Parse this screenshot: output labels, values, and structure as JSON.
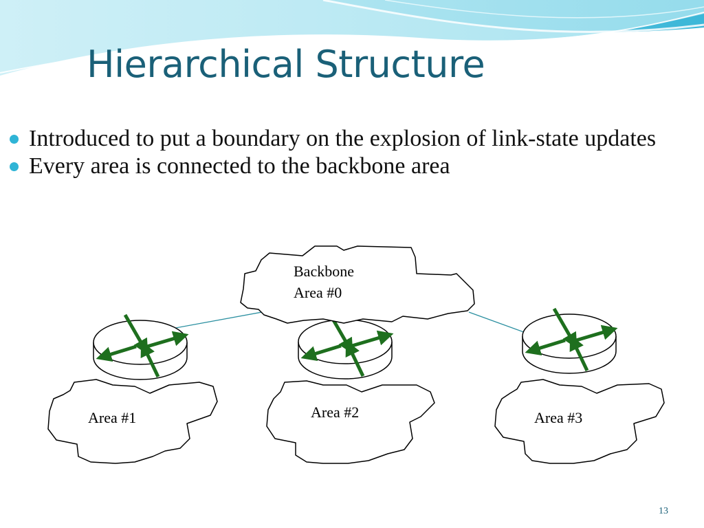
{
  "slide": {
    "title": "Hierarchical Structure",
    "bullets": [
      "Introduced to put a boundary on the explosion of link-state updates",
      "Every area is connected to the backbone area"
    ],
    "page_number": "13",
    "accent_color": "#2fb4d6",
    "title_color": "#1a6078"
  },
  "diagram": {
    "backbone": {
      "line1": "Backbone",
      "line2": "Area #0"
    },
    "areas": [
      "Area #1",
      "Area #2",
      "Area #3"
    ],
    "router_icon": "router-icon",
    "arrow_color": "#1e6f1e",
    "link_color": "#2a8fa0"
  }
}
